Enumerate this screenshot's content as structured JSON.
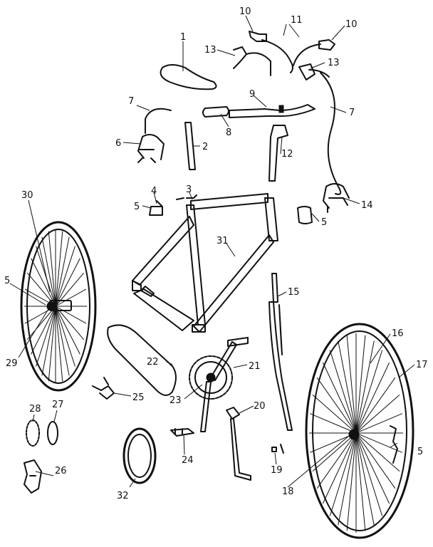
{
  "labels": [
    "1",
    "2",
    "3",
    "4",
    "5",
    "6",
    "7",
    "8",
    "9",
    "10",
    "11",
    "12",
    "13",
    "14",
    "15",
    "16",
    "17",
    "18",
    "19",
    "20",
    "21",
    "22",
    "23",
    "24",
    "25",
    "26",
    "27",
    "28",
    "29",
    "30",
    "31",
    "32"
  ]
}
